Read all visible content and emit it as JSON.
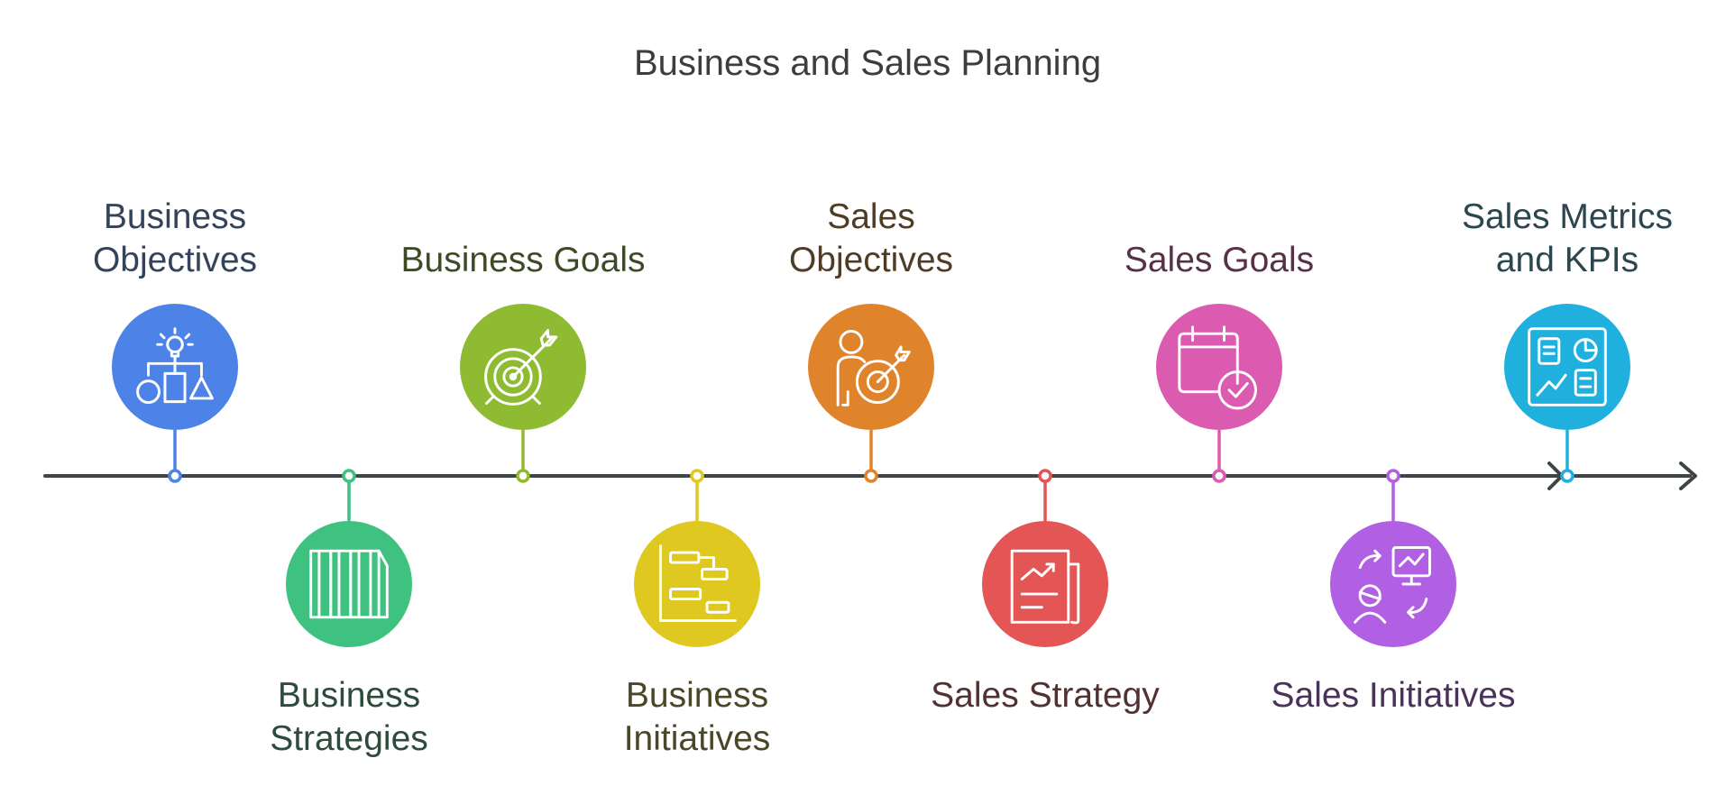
{
  "title": "Business and Sales Planning",
  "colors": {
    "axis": "#3f4446",
    "icon_stroke": "#ffffff"
  },
  "steps": [
    {
      "lines": [
        "Business",
        "Objectives"
      ],
      "color": "#4d83e6",
      "label_color": "#34435a",
      "icon": "idea-flowchart-icon"
    },
    {
      "lines": [
        "Business",
        "Strategies"
      ],
      "color": "#3fc17f",
      "label_color": "#2e4a3c",
      "icon": "columns-icon"
    },
    {
      "lines": [
        "Business Goals"
      ],
      "color": "#8fbb33",
      "label_color": "#3e4a26",
      "icon": "target-arrow-icon"
    },
    {
      "lines": [
        "Business",
        "Initiatives"
      ],
      "color": "#dfc921",
      "label_color": "#4b4627",
      "icon": "gantt-chart-icon"
    },
    {
      "lines": [
        "Sales",
        "Objectives"
      ],
      "color": "#e0842c",
      "label_color": "#4f3c26",
      "icon": "person-target-icon"
    },
    {
      "lines": [
        "Sales Strategy"
      ],
      "color": "#e45555",
      "label_color": "#513131",
      "icon": "growth-document-icon"
    },
    {
      "lines": [
        "Sales Goals"
      ],
      "color": "#db5bb0",
      "label_color": "#553246",
      "icon": "calendar-check-icon"
    },
    {
      "lines": [
        "Sales Initiatives"
      ],
      "color": "#b15fe3",
      "label_color": "#4a3358",
      "icon": "presentation-person-icon"
    },
    {
      "lines": [
        "Sales Metrics",
        "and KPIs"
      ],
      "color": "#1fb0dd",
      "label_color": "#2c464f",
      "icon": "dashboard-icon"
    }
  ]
}
